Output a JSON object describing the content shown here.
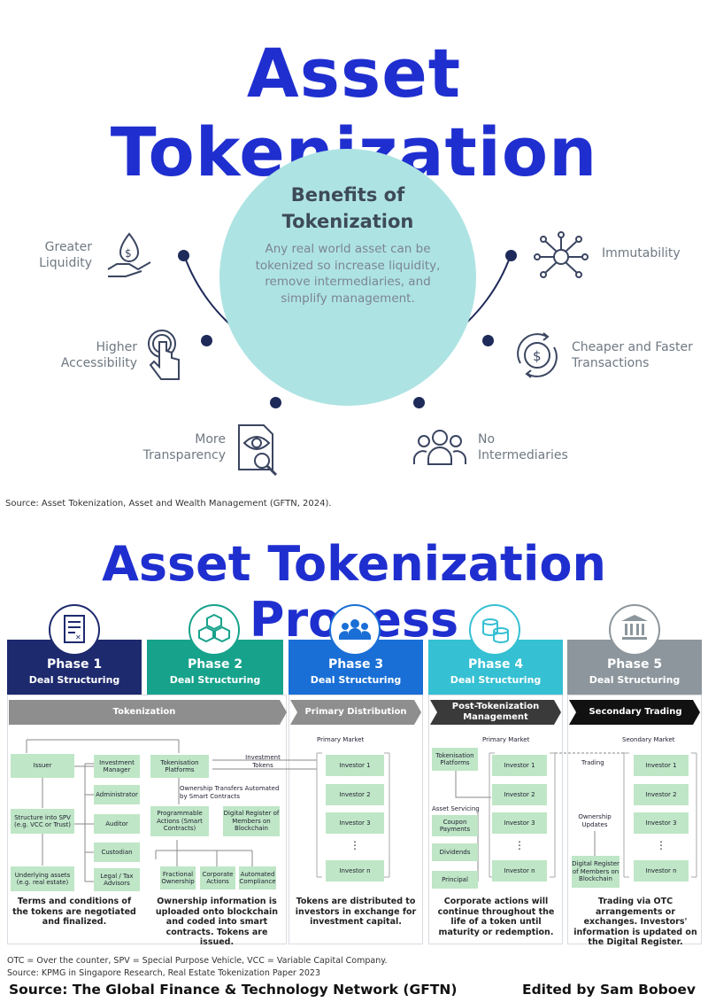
{
  "title": "Asset Tokenization",
  "benefits": {
    "center_title": "Benefits of Tokenization",
    "center_body": "Any real world asset can be tokenized so increase liquidity, remove intermediaries, and simplify management.",
    "items": [
      {
        "label": "Greater Liquidity",
        "icon": "money-hand-icon"
      },
      {
        "label": "Higher Accessibility",
        "icon": "touch-hand-icon"
      },
      {
        "label": "More Transparency",
        "icon": "document-eye-icon"
      },
      {
        "label": "No Intermediaries",
        "icon": "people-icon"
      },
      {
        "label": "Cheaper and Faster Transactions",
        "icon": "dollar-cycle-icon"
      },
      {
        "label": "Immutability",
        "icon": "network-icon"
      }
    ],
    "source": "Source: Asset Tokenization, Asset and Wealth Management (GFTN, 2024)."
  },
  "process": {
    "title": "Asset Tokenization Process",
    "phases": [
      {
        "name": "Phase 1",
        "sub": "Deal Structuring",
        "color": "#1e2a6e",
        "icon": "document-icon"
      },
      {
        "name": "Phase 2",
        "sub": "Deal Structuring",
        "color": "#17a28c",
        "icon": "blocks-icon"
      },
      {
        "name": "Phase 3",
        "sub": "Deal Structuring",
        "color": "#1a6fd6",
        "icon": "people-icon"
      },
      {
        "name": "Phase 4",
        "sub": "Deal Structuring",
        "color": "#35c0d3",
        "icon": "coins-icon"
      },
      {
        "name": "Phase 5",
        "sub": "Deal Structuring",
        "color": "#8c969c",
        "icon": "bank-icon"
      }
    ],
    "stages": {
      "tokenization": "Tokenization",
      "primary_distribution": "Primary Distribution",
      "post_tokenization": "Post-Tokenization Management",
      "secondary_trading": "Secondary Trading"
    },
    "phase1": {
      "issuer": "Issuer",
      "spv": "Structure into SPV (e.g. VCC or Trust)",
      "assets": "Underlying assets (e.g. real estate)",
      "roles": [
        "Investment Manager",
        "Administrator",
        "Auditor",
        "Custodian",
        "Legal / Tax Advisors"
      ],
      "caption": "Terms and conditions of the tokens are negotiated and finalized."
    },
    "phase2": {
      "platforms": "Tokenisation Platforms",
      "investment_tokens": "Investment Tokens",
      "ownership_transfers": "Ownership Transfers Automated by Smart Contracts",
      "programmable": "Programmable Actions (Smart Contracts)",
      "register": "Digital Register of Members on Blockchain",
      "actions": [
        "Fractional Ownership",
        "Corporate Actions",
        "Automated Compliance"
      ],
      "caption": "Ownership information is uploaded onto blockchain and coded into smart contracts. Tokens are issued."
    },
    "phase3": {
      "market": "Primary Market",
      "investors": [
        "Investor 1",
        "Investor 2",
        "Investor 3",
        "Investor n"
      ],
      "dots": "⋮",
      "caption": "Tokens are distributed to investors in exchange for investment capital."
    },
    "phase4": {
      "market": "Primary Market",
      "platforms": "Tokenisation Platforms",
      "asset_servicing": "Asset Servicing",
      "services": [
        "Coupon Payments",
        "Dividends",
        "Principal"
      ],
      "investors": [
        "Investor 1",
        "Investor 2",
        "Investor 3",
        "Investor n"
      ],
      "dots": "⋮",
      "caption": "Corporate actions will continue throughout the life of a token until maturity or redemption."
    },
    "phase5": {
      "market": "Seondary Market",
      "trading": "Trading",
      "ownership_updates": "Ownership Updates",
      "register": "Digital Register of Members on Blockchain",
      "investors": [
        "Investor 1",
        "Investor 2",
        "Investor 3",
        "Investor n"
      ],
      "dots": "⋮",
      "caption": "Trading via OTC arrangements or exchanges. Investors' information is updated on the Digital Register."
    },
    "notes": [
      "OTC = Over the counter, SPV = Special Purpose Vehicle, VCC = Variable Capital Company.",
      "Source: KPMG in Singapore Research, Real Estate Tokenization Paper 2023"
    ]
  },
  "footer": {
    "source": "Source: The Global Finance & Technology Network (GFTN)",
    "editor": "Edited by Sam Boboev"
  }
}
